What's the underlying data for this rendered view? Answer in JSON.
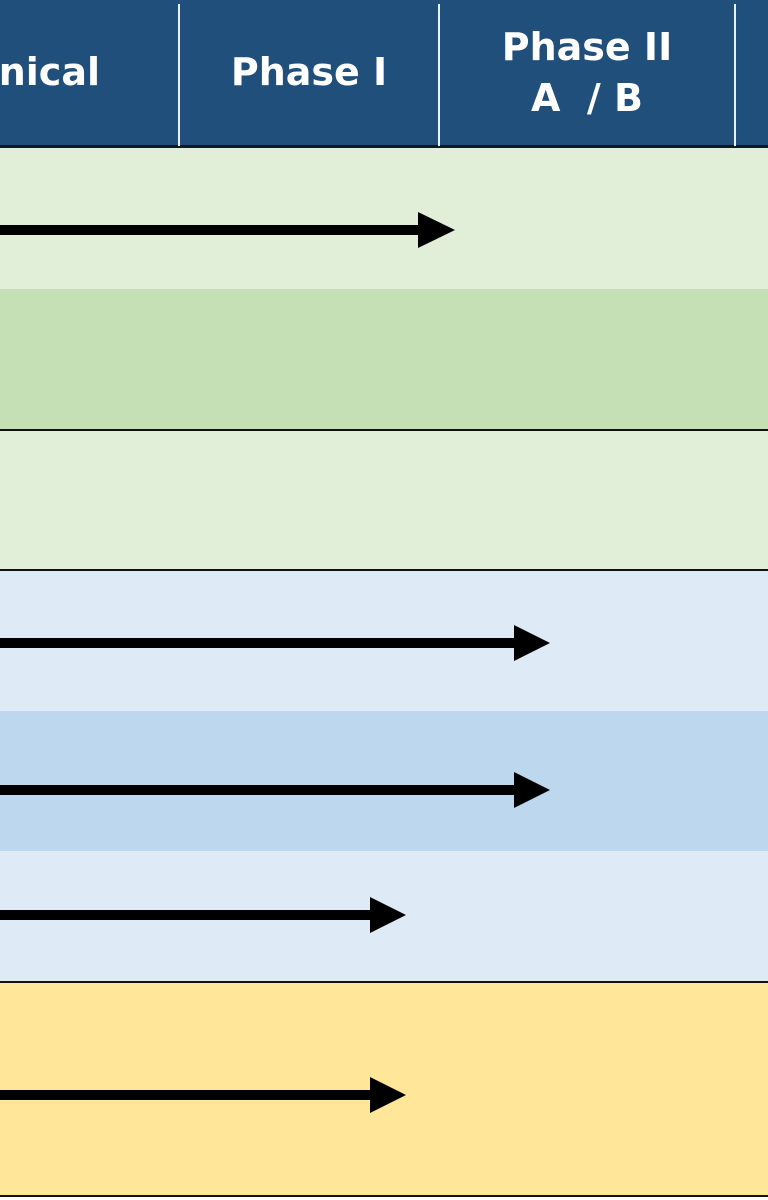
{
  "header": {
    "columns": [
      {
        "id": "preclinical",
        "label": "inical"
      },
      {
        "id": "phase-i",
        "label": "Phase I"
      },
      {
        "id": "phase-ii",
        "label_line1": "Phase II",
        "label_line2": "A  / B"
      }
    ]
  },
  "colors": {
    "header_bg": "#204f7b",
    "green_light": "#e1efd9",
    "green_mid": "#c5e0b4",
    "blue_light": "#deebf7",
    "blue_mid": "#bdd7ee",
    "yellow": "#ffe699",
    "arrow": "#000000"
  },
  "rows": [
    {
      "id": "row-1",
      "group": "green",
      "shade": "light",
      "arrow": true
    },
    {
      "id": "row-2",
      "group": "green",
      "shade": "mid",
      "arrow": false
    },
    {
      "id": "row-3",
      "group": "green",
      "shade": "light",
      "arrow": false
    },
    {
      "id": "row-4",
      "group": "blue",
      "shade": "light",
      "arrow": true
    },
    {
      "id": "row-5",
      "group": "blue",
      "shade": "mid",
      "arrow": true
    },
    {
      "id": "row-6",
      "group": "blue",
      "shade": "light",
      "arrow": true
    },
    {
      "id": "row-7",
      "group": "yellow",
      "shade": "light",
      "arrow": true
    }
  ]
}
